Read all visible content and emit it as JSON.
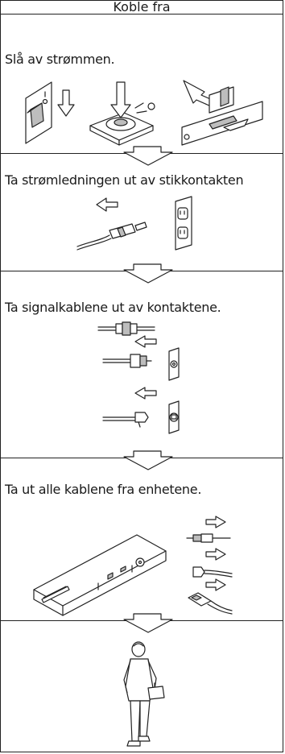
{
  "header": {
    "title": "Koble fra"
  },
  "steps": [
    {
      "text": "Slå av strømmen."
    },
    {
      "text": "Ta strømledningen ut av stikkontakten"
    },
    {
      "text": "Ta signalkablene ut av kontaktene."
    },
    {
      "text": "Ta ut alle kablene fra enhetene."
    },
    {
      "text": ""
    }
  ]
}
